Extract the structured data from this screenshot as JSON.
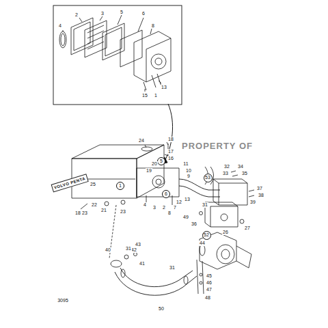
{
  "diagram": {
    "nodes": [
      {
        "text": [
          "1"
        ]
      },
      {
        "text": [
          "5"
        ]
      },
      {
        "text": [
          "6"
        ]
      },
      {
        "text": [
          "53"
        ]
      },
      {
        "text": [
          "52"
        ]
      }
    ],
    "labels": [
      "4",
      "2",
      "3",
      "5",
      "6",
      "8",
      "13",
      "15",
      "1",
      "24",
      "18",
      "17",
      "16",
      "20",
      "19",
      "11",
      "10",
      "9",
      "VOLVO PENTA",
      "25",
      "22",
      "21",
      "23",
      "23",
      "18",
      "4",
      "3",
      "2",
      "7",
      "8",
      "12",
      "13",
      "49",
      "31",
      "33",
      "32",
      "34",
      "35",
      "39",
      "37",
      "38",
      "26",
      "36",
      "27",
      "43",
      "42",
      "41",
      "40",
      "31",
      "31",
      "44",
      "45",
      "46",
      "47",
      "48",
      "50",
      "3095",
      "PROPERTY OF"
    ]
  }
}
